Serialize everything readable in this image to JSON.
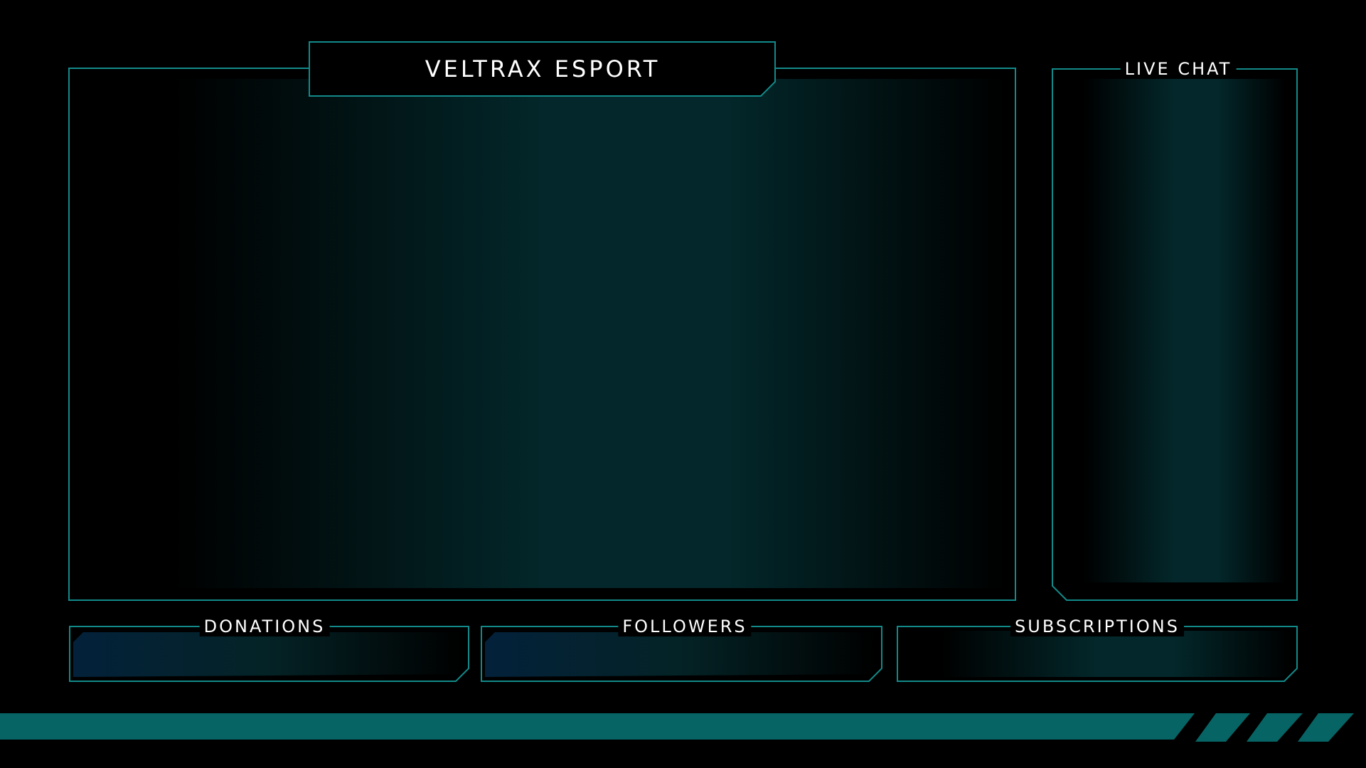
{
  "header": {
    "title": "VELTRAX ESPORT"
  },
  "chat": {
    "title": "LIVE CHAT"
  },
  "panels": [
    {
      "label": "DONATIONS"
    },
    {
      "label": "FOLLOWERS"
    },
    {
      "label": "SUBSCRIPTIONS"
    }
  ],
  "colors": {
    "border": "#138a8a",
    "bar": "#076464",
    "fill": "#03272a"
  }
}
